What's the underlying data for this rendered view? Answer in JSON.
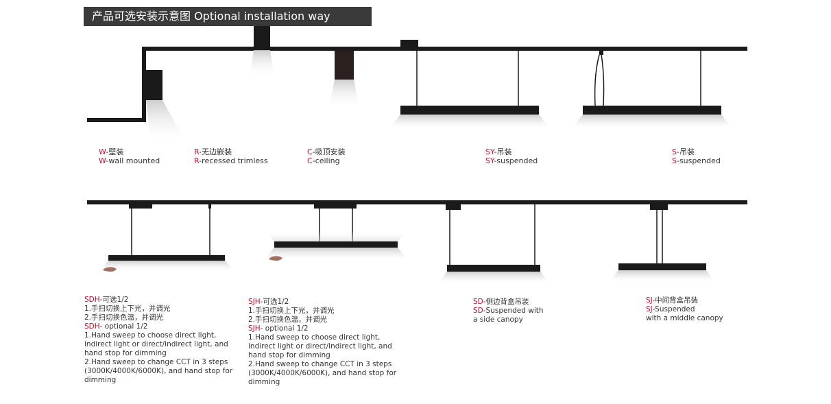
{
  "title": "产品可选安装示意图 Optional installation way",
  "top_row": [
    {
      "code": "S",
      "zh": "-吊装",
      "en": "-suspended"
    },
    {
      "code": "SY",
      "zh": "-吊装",
      "en": "-suspended"
    },
    {
      "code": "C",
      "zh": "-吸顶安装",
      "en": "-ceiling"
    },
    {
      "code": "R",
      "zh": "-无边嵌装",
      "en": "-recessed trimless"
    },
    {
      "code": "W",
      "zh": "-壁装",
      "en": "-wall mounted"
    }
  ],
  "bottom_row": [
    {
      "code": "SJ",
      "line1": "-中间背盒吊装",
      "code2": "SJ",
      "line2": "-Suspended",
      "line3": "with a middle canopy"
    },
    {
      "code": "SD",
      "line1": "-侧边背盒吊装",
      "code2": "SD",
      "line2": "-Suspended with",
      "line3": "a side canopy"
    }
  ],
  "sjh": {
    "code": "SJH",
    "l1": "-可选1/2",
    "l2": "1.手扫切换上下光，并调光",
    "l3": "2.手扫切换色温，并调光",
    "code2": "SJH",
    "l4": "- optional 1/2",
    "l5": "1.Hand sweep to choose direct light,",
    "l6": "indirect light or direct/indirect light, and",
    "l7": "hand stop for dimming",
    "l8": "2.Hand sweep to change CCT in 3 steps",
    "l9": "(3000K/4000K/6000K), and hand stop for",
    "l10": "dimming"
  },
  "sdh": {
    "code": "SDH",
    "l1": "-可选1/2",
    "l2": "1.手扫切换上下光，并调光",
    "l3": "2.手扫切换色温，并调光",
    "code2": "SDH",
    "l4": "- optional 1/2",
    "l5": "1.Hand sweep to choose direct light,",
    "l6": "indirect light or direct/indirect light, and",
    "l7": "hand stop for dimming",
    "l8": "2.Hand sweep to change CCT in 3 steps",
    "l9": "(3000K/4000K/6000K), and hand stop for",
    "l10": "dimming"
  },
  "colors": {
    "accent": "#c8102e",
    "bar": "#3a3a3a",
    "fixture": "#1a1a1a"
  }
}
